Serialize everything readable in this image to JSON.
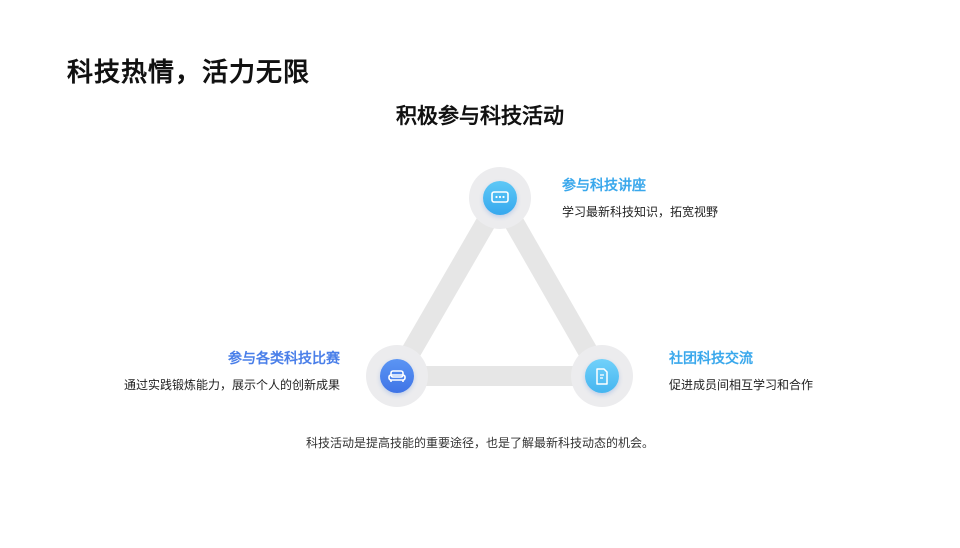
{
  "page_title": "科技热情，活力无限",
  "diagram": {
    "title": "积极参与科技活动",
    "nodes": [
      {
        "id": "top",
        "title": "参与科技讲座",
        "desc": "学习最新科技知识，拓宽视野",
        "icon": "chat-icon"
      },
      {
        "id": "left",
        "title": "参与各类科技比赛",
        "desc": "通过实践锻炼能力，展示个人的创新成果",
        "icon": "sofa-icon"
      },
      {
        "id": "right",
        "title": "社团科技交流",
        "desc": "促进成员间相互学习和合作",
        "icon": "document-icon"
      }
    ],
    "footnote": "科技活动是提高技能的重要途径，也是了解最新科技动态的机会。"
  },
  "colors": {
    "top_accent": "#3aa8ec",
    "left_accent": "#4a7fe9",
    "right_accent": "#3aa8ec",
    "triangle": "#e6e6e6"
  }
}
